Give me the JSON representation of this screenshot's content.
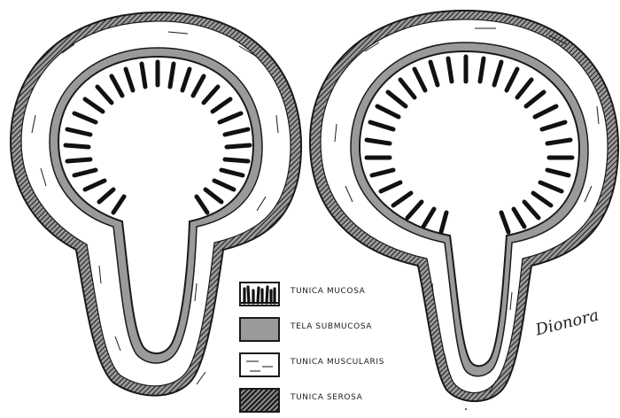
{
  "legend": [
    {
      "key": "mucosa",
      "label": "TUNICA MUCOSA"
    },
    {
      "key": "submucosa",
      "label": "TELA SUBMUCOSA"
    },
    {
      "key": "muscularis",
      "label": "TUNICA MUSCULARIS"
    },
    {
      "key": "serosa",
      "label": "TUNICA SEROSA"
    }
  ],
  "signature": "Dionora",
  "colors": {
    "outline": "#1a1a1a",
    "submucosa": "#9a9a9a",
    "serosa_dark": "#1a1a1a",
    "serosa_light": "#8c8c8c",
    "background": "#ffffff"
  }
}
